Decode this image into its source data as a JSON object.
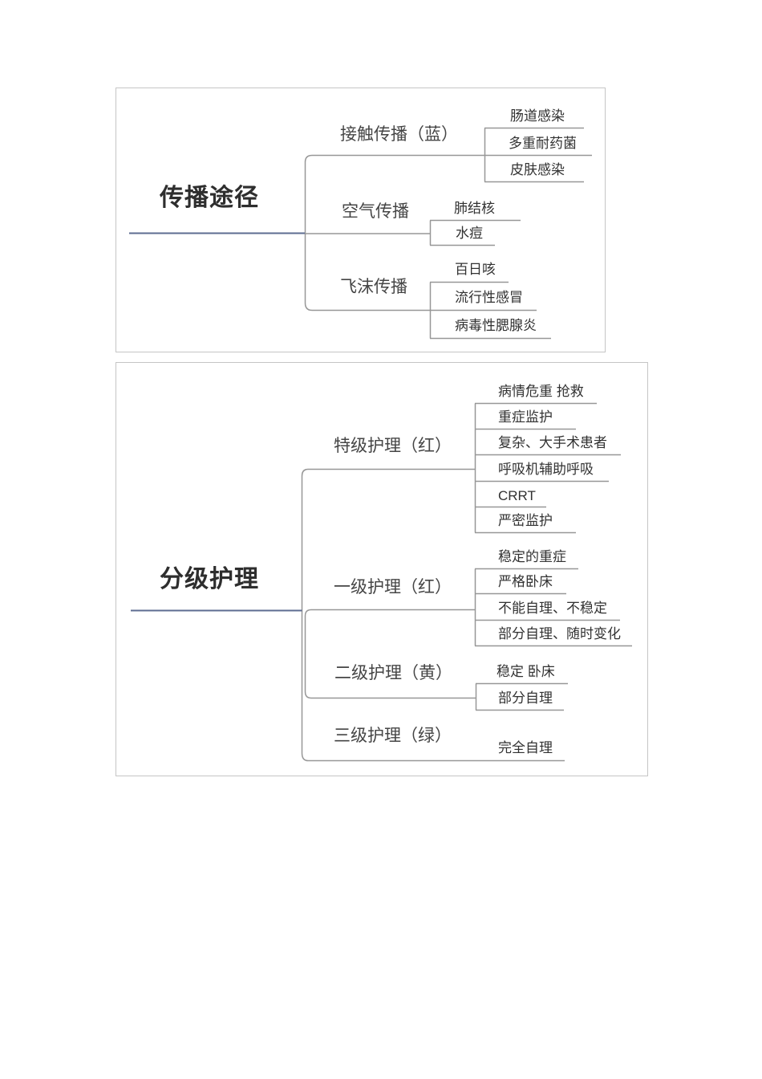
{
  "colors": {
    "root_line": "#5e6c91",
    "branch_line": "#979797",
    "box_border": "#c5c5c5",
    "text": "#323232"
  },
  "diagram1": {
    "root": "传播途径",
    "branches": [
      {
        "label": "接触传播（蓝）",
        "children": [
          "肠道感染",
          "多重耐药菌",
          "皮肤感染"
        ]
      },
      {
        "label": "空气传播",
        "children": [
          "肺结核",
          "水痘"
        ]
      },
      {
        "label": "飞沫传播",
        "children": [
          "百日咳",
          "流行性感冒",
          "病毒性腮腺炎"
        ]
      }
    ]
  },
  "diagram2": {
    "root": "分级护理",
    "branches": [
      {
        "label": "特级护理（红）",
        "children": [
          "病情危重 抢救",
          "重症监护",
          "复杂、大手术患者",
          "呼吸机辅助呼吸",
          "CRRT",
          "严密监护"
        ]
      },
      {
        "label": "一级护理（红）",
        "children": [
          "稳定的重症",
          "严格卧床",
          "不能自理、不稳定",
          "部分自理、随时变化"
        ]
      },
      {
        "label": "二级护理（黄）",
        "children": [
          "稳定 卧床",
          "部分自理"
        ]
      },
      {
        "label": "三级护理（绿）",
        "children": [
          "完全自理"
        ]
      }
    ]
  }
}
